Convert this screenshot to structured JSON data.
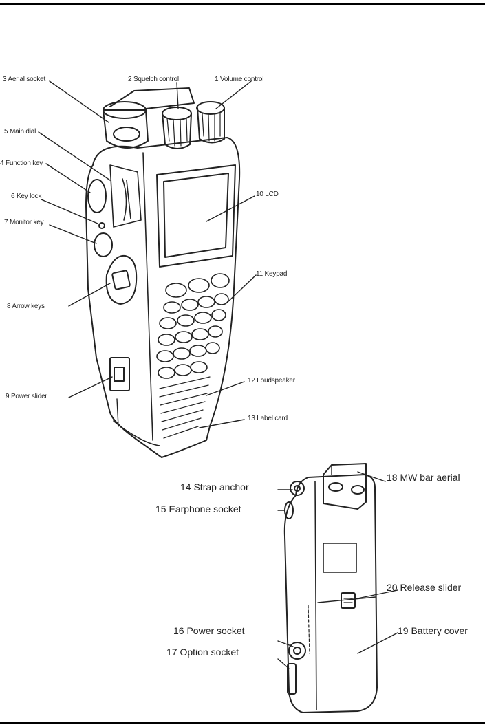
{
  "labels": {
    "l1": "1 Volume control",
    "l2": "2 Squelch control",
    "l3": "3 Aerial socket",
    "l4": "4 Function key",
    "l5": "5 Main dial",
    "l6": "6 Key lock",
    "l7": "7 Monitor key",
    "l8": "8 Arrow keys",
    "l9": "9 Power slider",
    "l10": "10 LCD",
    "l11": "11 Keypad",
    "l12": "12 Loudspeaker",
    "l13": "13 Label card",
    "l14": "14 Strap anchor",
    "l15": "15 Earphone socket",
    "l16": "16 Power socket",
    "l17": "17 Option socket",
    "l18": "18 MW bar aerial",
    "l19": "19 Battery cover",
    "l20": "20 Release slider"
  },
  "colors": {
    "line": "#222222",
    "paper": "#ffffff"
  }
}
